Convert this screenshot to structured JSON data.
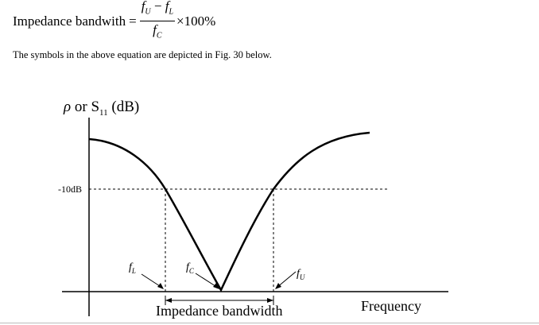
{
  "equation": {
    "lhs": "Impedance bandwith",
    "equals": "=",
    "numerator": "fU − fL",
    "numerator_parts": {
      "f1": "f",
      "s1": "U",
      "minus": " − ",
      "f2": "f",
      "s2": "L"
    },
    "denominator_parts": {
      "f": "f",
      "s": "C"
    },
    "suffix": "×100%"
  },
  "caption": "The symbols in the above equation are depicted in Fig. 30 below.",
  "figure": {
    "y_axis_label_rho": "ρ",
    "y_axis_label_rest": " or S",
    "y_axis_label_sub": "11",
    "y_axis_label_unit": " (dB)",
    "threshold_label": "-10dB",
    "marker_fL": {
      "f": "f",
      "s": "L"
    },
    "marker_fC": {
      "f": "f",
      "s": "C"
    },
    "marker_fU": {
      "f": "f",
      "s": "U"
    },
    "bandwidth_label": "Impedance bandwidth",
    "x_axis_label": "Frequency"
  }
}
